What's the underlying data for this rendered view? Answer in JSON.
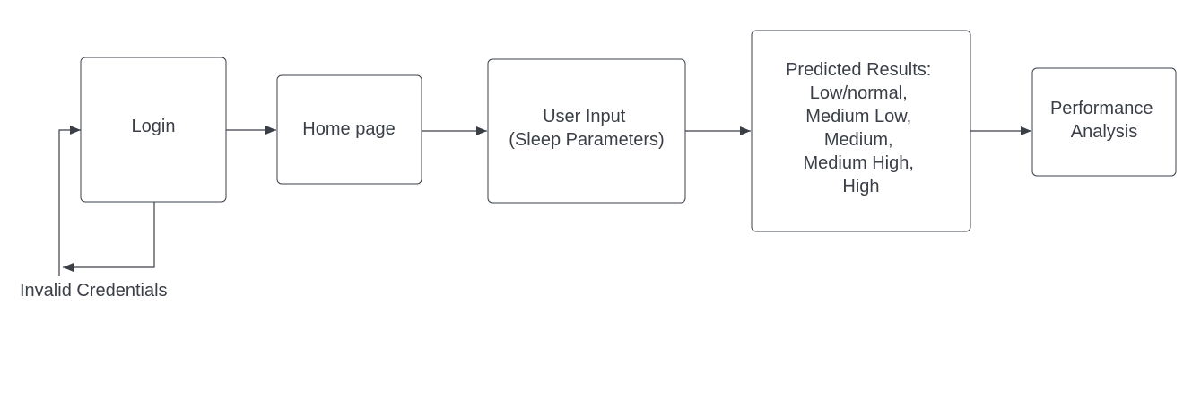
{
  "diagram": {
    "nodes": [
      {
        "id": "login",
        "lines": [
          "Login"
        ]
      },
      {
        "id": "home",
        "lines": [
          "Home page"
        ]
      },
      {
        "id": "user-input",
        "lines": [
          "User Input",
          "(Sleep Parameters)"
        ]
      },
      {
        "id": "predicted-results",
        "lines": [
          "Predicted Results:",
          "Low/normal,",
          "Medium Low,",
          "Medium,",
          "Medium High,",
          "High"
        ]
      },
      {
        "id": "performance-analysis",
        "lines": [
          "Performance",
          "Analysis"
        ]
      }
    ],
    "edges": [
      {
        "from": "login",
        "to": "home"
      },
      {
        "from": "home",
        "to": "user-input"
      },
      {
        "from": "user-input",
        "to": "predicted-results"
      },
      {
        "from": "predicted-results",
        "to": "performance-analysis"
      },
      {
        "from": "login",
        "to": "login",
        "label": "Invalid Credentials"
      }
    ],
    "colors": {
      "stroke": "#3a3f47",
      "text": "#3a3f47",
      "background": "#ffffff"
    }
  }
}
